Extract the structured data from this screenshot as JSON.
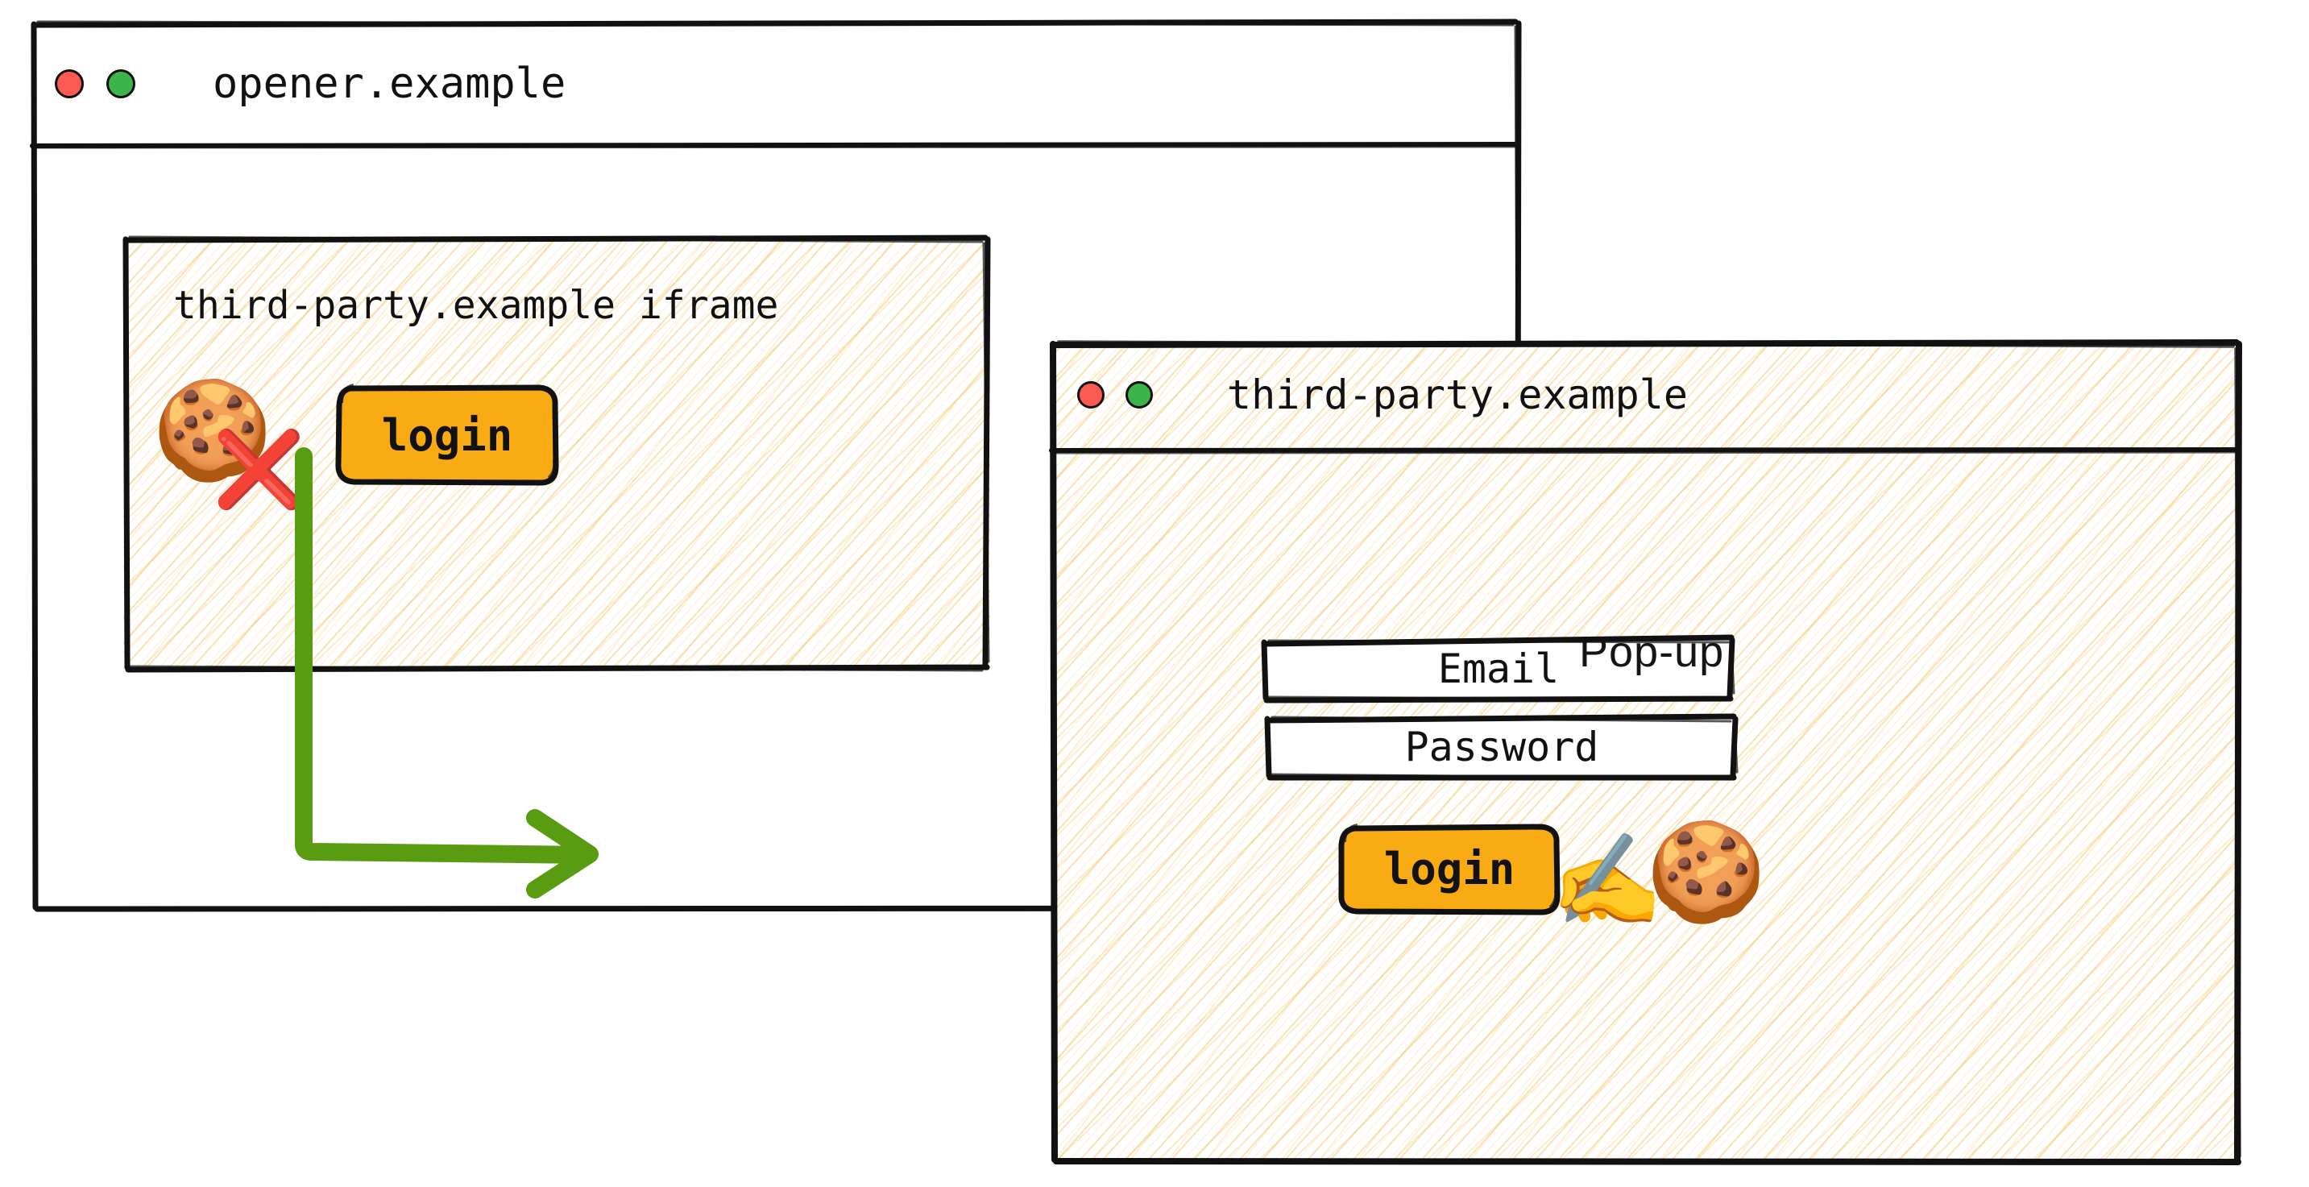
{
  "colors": {
    "accent_orange": "#f9ab14",
    "arrow_green": "#5a9c11",
    "dot_red": "#fa5a52",
    "dot_green": "#3bb54a",
    "cross_red": "#cf3333",
    "stripe_cream": "#f5cd78",
    "ink_black": "#111111",
    "page_white": "#ffffff"
  },
  "opener_window": {
    "title": "opener.example",
    "traffic_lights": [
      {
        "name": "close",
        "color": "#fa5a52"
      },
      {
        "name": "maximize",
        "color": "#3bb54a"
      }
    ],
    "iframe": {
      "label": "third-party.example iframe",
      "cookie_icon": "cookie-emoji",
      "blocked_icon": "red-cross-emoji",
      "login_label": "login"
    }
  },
  "popup_window": {
    "title": "third-party.example",
    "traffic_lights": [
      {
        "name": "close",
        "color": "#fa5a52"
      },
      {
        "name": "maximize",
        "color": "#3bb54a"
      }
    ],
    "annotation": "Pop-up",
    "fields": [
      {
        "name": "email",
        "label": "Email"
      },
      {
        "name": "password",
        "label": "Password"
      }
    ],
    "login_label": "login",
    "signing_icons": [
      {
        "name": "writing-hand-emoji"
      },
      {
        "name": "cookie-emoji"
      }
    ]
  },
  "arrow": {
    "name": "flow-arrow",
    "from": "iframe login button",
    "to": "third-party.example pop-up window",
    "color": "#5a9c11"
  },
  "glyphs": {
    "cookie": "🍪",
    "cross": "❌",
    "writing_hand": "✍️"
  }
}
